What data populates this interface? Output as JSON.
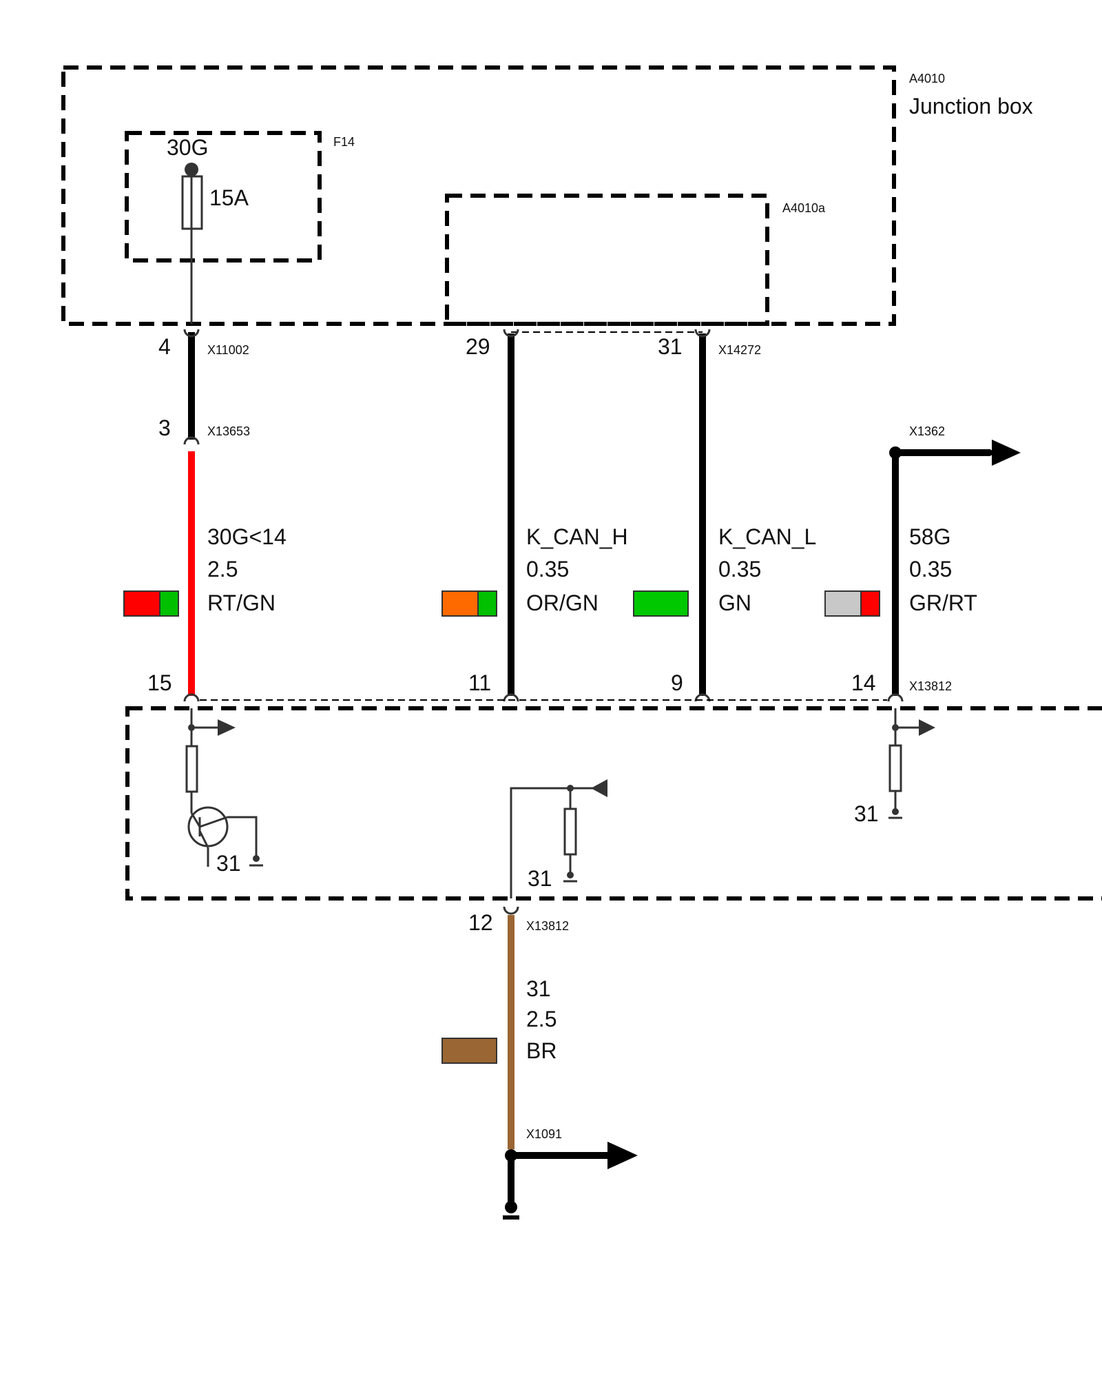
{
  "junction_box": {
    "id": "A4010",
    "name": "Junction box",
    "sub_module_id": "A4010a",
    "fuse": {
      "id": "F14",
      "terminal": "30G",
      "rating": "15A"
    }
  },
  "connectors": {
    "jb_left": "X11002",
    "jb_right": "X14272",
    "inline_left": "X13653",
    "module_top": "X13812",
    "module_bottom": "X13812",
    "branch_58g": "X1362",
    "ground_point": "X1091"
  },
  "pins": {
    "jb_left_pin": "4",
    "inline_pin": "3",
    "jb_can_h_pin": "29",
    "jb_can_l_pin": "31",
    "module_pin_30g": "15",
    "module_pin_can_h": "11",
    "module_pin_can_l": "9",
    "module_pin_58g": "14",
    "module_pin_ground": "12"
  },
  "wires": [
    {
      "signal": "30G<14",
      "size": "2.5",
      "color_code": "RT/GN",
      "colors": [
        "#ff0000",
        "#00c000"
      ]
    },
    {
      "signal": "K_CAN_H",
      "size": "0.35",
      "color_code": "OR/GN",
      "colors": [
        "#ff6a00",
        "#00c000"
      ]
    },
    {
      "signal": "K_CAN_L",
      "size": "0.35",
      "color_code": "GN",
      "colors": [
        "#00c800"
      ]
    },
    {
      "signal": "58G",
      "size": "0.35",
      "color_code": "GR/RT",
      "colors": [
        "#c8c8c8",
        "#ff0000"
      ]
    },
    {
      "signal": "31",
      "size": "2.5",
      "color_code": "BR",
      "colors": [
        "#9a6633"
      ]
    }
  ],
  "internal_grounds": {
    "left": "31",
    "middle": "31",
    "right": "31"
  },
  "colors": {
    "module_fill": "#cccccc",
    "wire_black": "#000000",
    "wire_red": "#ff0000",
    "wire_brown": "#9a6633"
  }
}
